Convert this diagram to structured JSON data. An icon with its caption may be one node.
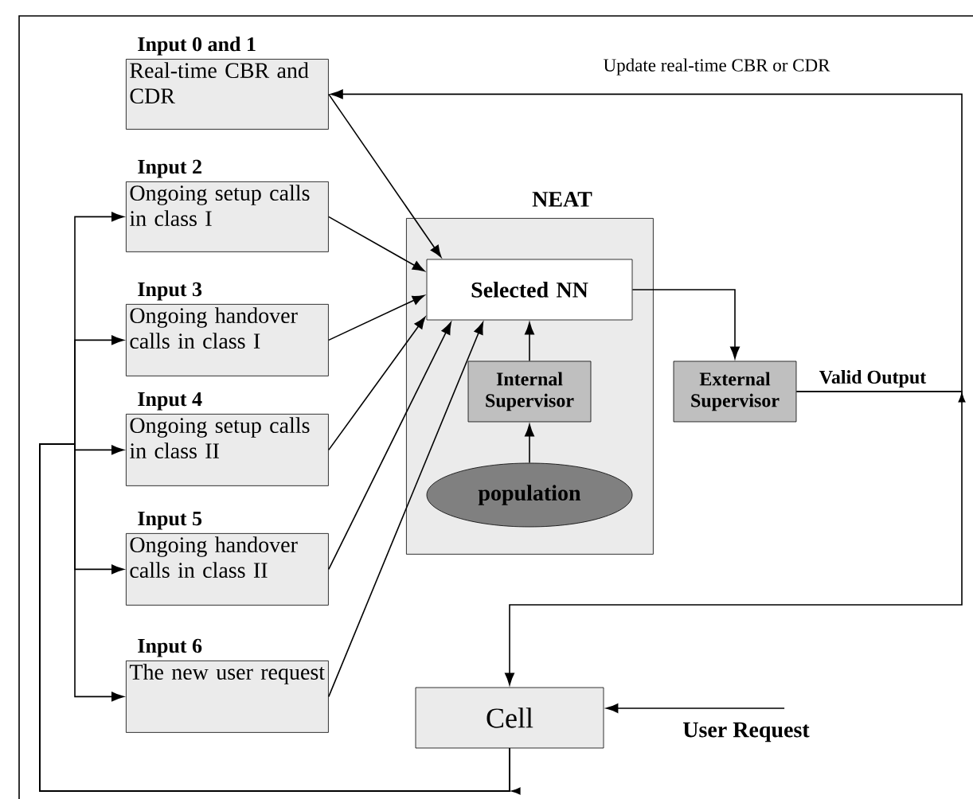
{
  "diagram": {
    "nodes": [
      {
        "text": [
          "Input 0 and 1",
          "Real-time CBR and CDR"
        ]
      },
      {
        "text": [
          "Input 2",
          "Ongoing setup calls in class I"
        ]
      },
      {
        "text": [
          "Input 3",
          "Ongoing handover calls in class I"
        ]
      },
      {
        "text": [
          "Input 4",
          "Ongoing setup calls in class II"
        ]
      },
      {
        "text": [
          "Input 5",
          "Ongoing handover calls in class II"
        ]
      },
      {
        "text": [
          "Input 6",
          "The new user request"
        ]
      },
      {
        "text": [
          "NEAT"
        ]
      },
      {
        "text": [
          "Selected NN"
        ],
        "in": 6
      },
      {
        "text": [
          "Internal Supervisor"
        ],
        "in": 6
      },
      {
        "text": [
          "population"
        ],
        "in": 6
      },
      {
        "text": [
          "External Supervisor"
        ]
      },
      {
        "text": [
          "Cell"
        ]
      },
      {
        "text": [
          "User Request"
        ]
      }
    ],
    "edges": [
      {
        "from": 0,
        "to": 7,
        "arrow": "to"
      },
      {
        "from": 1,
        "to": 7,
        "arrow": "to"
      },
      {
        "from": 2,
        "to": 7,
        "arrow": "to"
      },
      {
        "from": 3,
        "to": 7,
        "arrow": "to"
      },
      {
        "from": 4,
        "to": 7,
        "arrow": "to"
      },
      {
        "from": 5,
        "to": 7,
        "arrow": "to"
      },
      {
        "from": 9,
        "to": 8,
        "arrow": "to"
      },
      {
        "from": 8,
        "to": 7,
        "arrow": "to"
      },
      {
        "from": 7,
        "to": 10,
        "arrow": "to"
      },
      {
        "from": 10,
        "to": 0,
        "arrow": "to",
        "label": "Update real-time CBR or CDR"
      },
      {
        "from": 10,
        "to": 11,
        "arrow": "to",
        "label": "Valid Output"
      },
      {
        "from": 11,
        "to": 1,
        "arrow": "to"
      },
      {
        "from": 11,
        "to": 2,
        "arrow": "to"
      },
      {
        "from": 11,
        "to": 3,
        "arrow": "to"
      },
      {
        "from": 11,
        "to": 4,
        "arrow": "to"
      },
      {
        "from": 11,
        "to": 5,
        "arrow": "to"
      },
      {
        "from": 12,
        "to": 11,
        "arrow": "to"
      }
    ]
  }
}
